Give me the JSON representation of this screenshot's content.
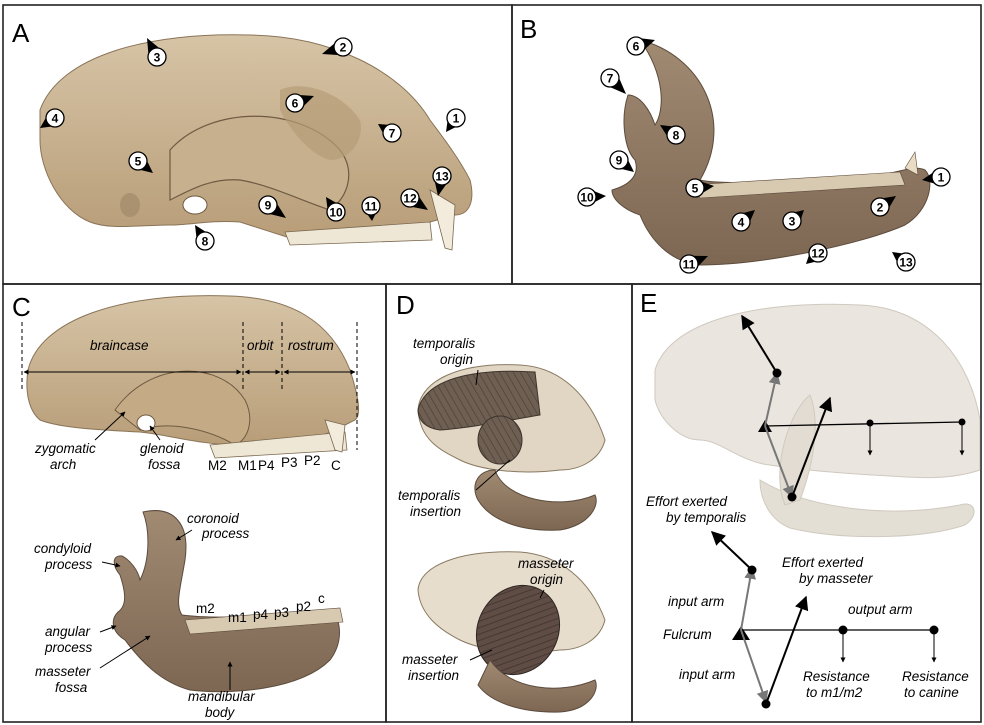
{
  "panels": {
    "A": {
      "label": "A",
      "markers": [
        "1",
        "2",
        "3",
        "4",
        "5",
        "6",
        "7",
        "8",
        "9",
        "10",
        "11",
        "12",
        "13"
      ]
    },
    "B": {
      "label": "B",
      "markers": [
        "1",
        "2",
        "3",
        "4",
        "5",
        "6",
        "7",
        "8",
        "9",
        "10",
        "11",
        "12",
        "13"
      ]
    },
    "C": {
      "label": "C",
      "regions": [
        "braincase",
        "orbit",
        "rostrum"
      ],
      "skull_labels": {
        "zygomatic": "zygomatic",
        "arch": "arch",
        "glenoid": "glenoid",
        "fossa": "fossa"
      },
      "upper_teeth": [
        "M2",
        "M1",
        "P4",
        "P3",
        "P2",
        "C"
      ],
      "mandible_labels": {
        "coronoid": "coronoid",
        "coronoid_process": "process",
        "condyloid": "condyloid",
        "condyloid_process": "process",
        "angular": "angular",
        "angular_process": "process",
        "masseter": "masseter",
        "masseter_fossa": "fossa",
        "mandibular": "mandibular",
        "body": "body"
      },
      "lower_teeth": [
        "m2",
        "m1",
        "p4",
        "p3",
        "p2",
        "c"
      ]
    },
    "D": {
      "label": "D",
      "temporalis_origin_1": "temporalis",
      "temporalis_origin_2": "origin",
      "temporalis_insertion_1": "temporalis",
      "temporalis_insertion_2": "insertion",
      "masseter_origin_1": "masseter",
      "masseter_origin_2": "origin",
      "masseter_insertion_1": "masseter",
      "masseter_insertion_2": "insertion"
    },
    "E": {
      "label": "E",
      "effort_temporalis_1": "Effort exerted",
      "effort_temporalis_2": "by temporalis",
      "effort_masseter_1": "Effort exerted",
      "effort_masseter_2": "by masseter",
      "input_arm_top": "input arm",
      "input_arm_bottom": "input arm",
      "fulcrum": "Fulcrum",
      "output_arm": "output arm",
      "resistance_molar_1": "Resistance",
      "resistance_molar_2": "to  m1/m2",
      "resistance_canine_1": "Resistance",
      "resistance_canine_2": "to  canine"
    }
  },
  "colors": {
    "bone": "#c9b28f",
    "bone_light": "#e2d8c6",
    "temporalis_muscle": "#7a6a5c",
    "masseter_muscle": "#6e5a50"
  }
}
